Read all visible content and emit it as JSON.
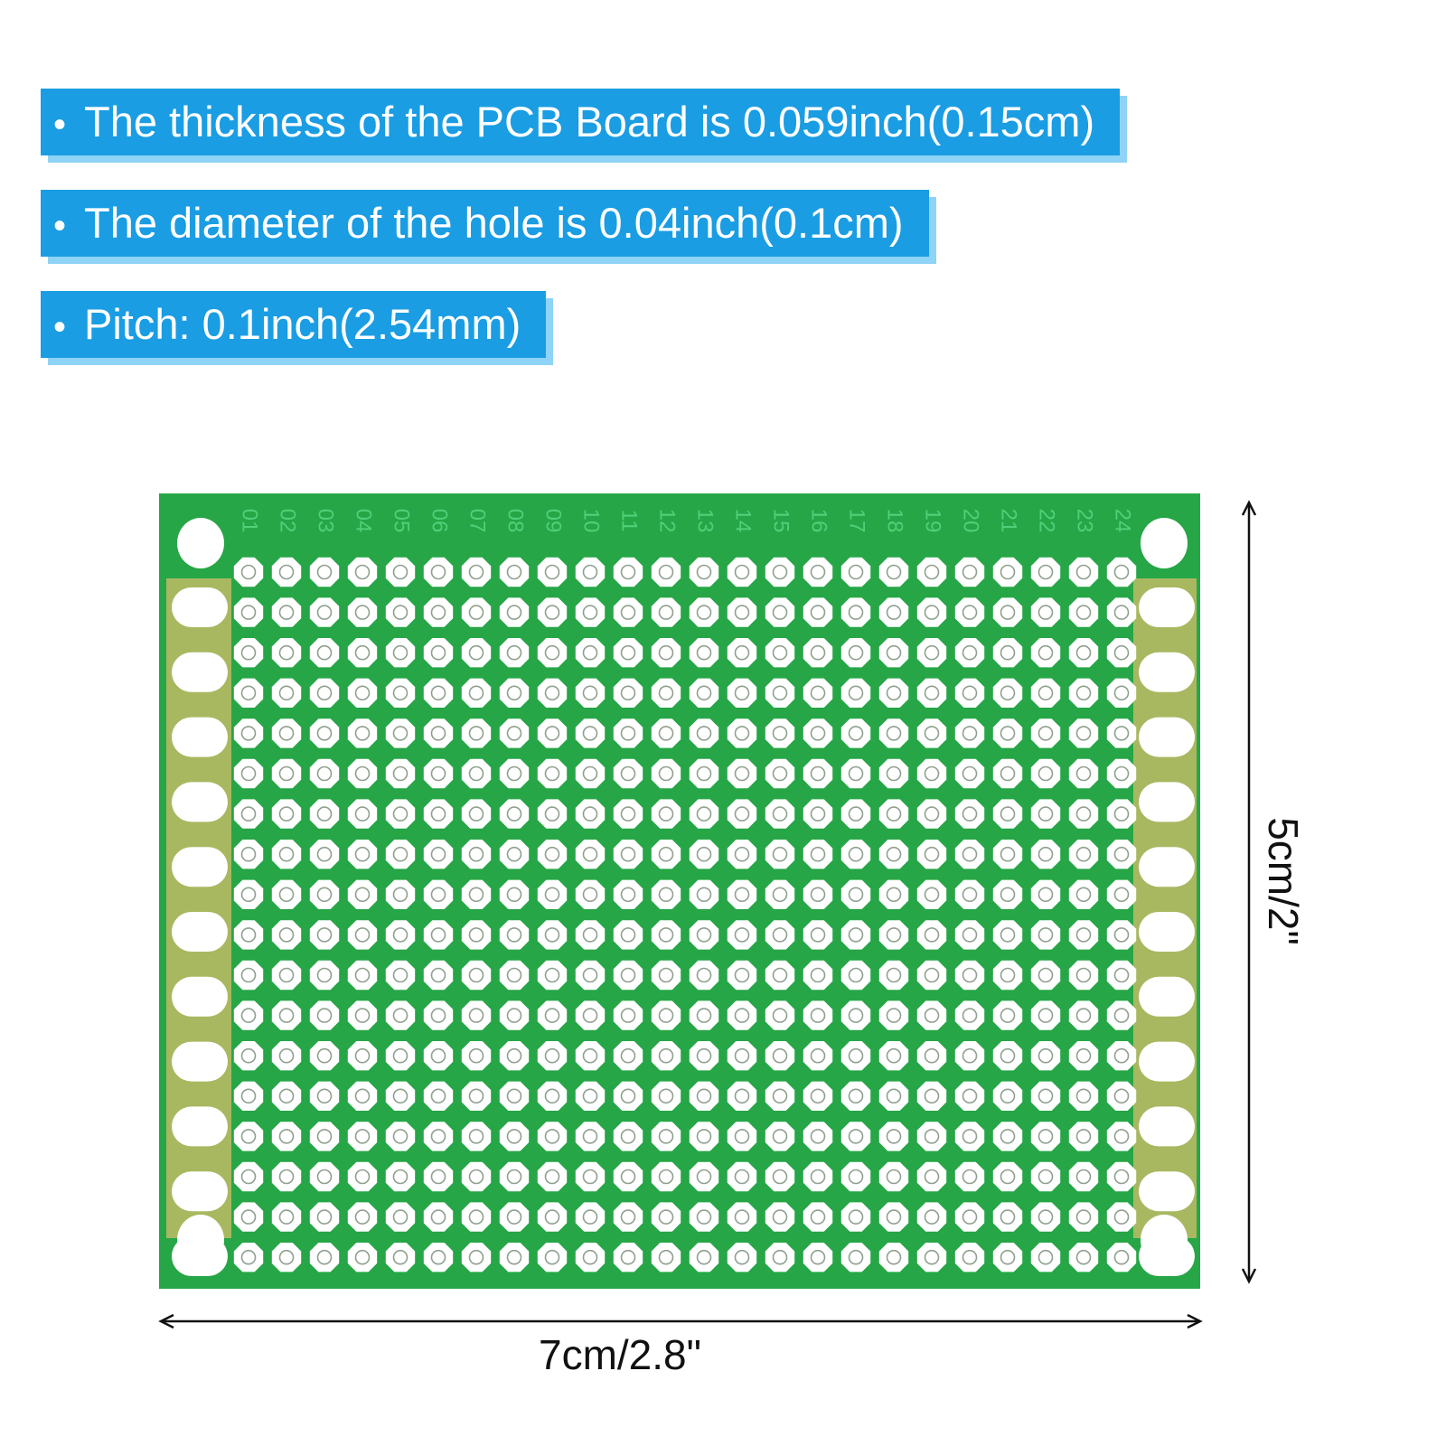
{
  "specs": [
    {
      "text": "The thickness of the PCB Board is 0.059inch(0.15cm)"
    },
    {
      "text": "The diameter of the hole is 0.04inch(0.1cm)"
    },
    {
      "text": "Pitch: 0.1inch(2.54mm)"
    }
  ],
  "bullet": "•",
  "board": {
    "column_labels": [
      "01",
      "02",
      "03",
      "04",
      "05",
      "06",
      "07",
      "08",
      "09",
      "10",
      "11",
      "12",
      "13",
      "14",
      "15",
      "16",
      "17",
      "18",
      "19",
      "20",
      "21",
      "22",
      "23",
      "24"
    ],
    "rows": 18,
    "colors": {
      "board": "#26a646",
      "edge": "#3fb85a",
      "strip": "#a8b860",
      "pad": "#ffffff",
      "label": "#4fd07a"
    }
  },
  "dimensions": {
    "width": "7cm/2.8\"",
    "height": "5cm/2\""
  }
}
